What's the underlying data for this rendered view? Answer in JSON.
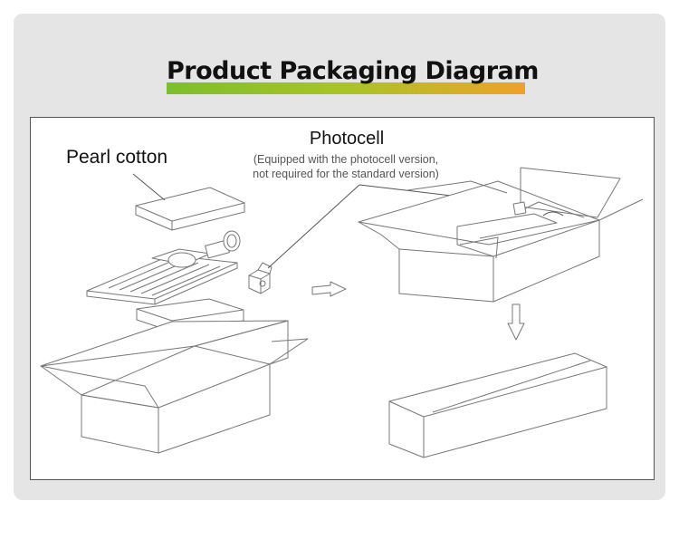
{
  "title": "Product Packaging Diagram",
  "labels": {
    "pearl_cotton": "Pearl cotton",
    "photocell": "Photocell",
    "photocell_note_line1": "(Equipped with the photocell version,",
    "photocell_note_line2": "not required for the standard version)"
  },
  "colors": {
    "gradient_start": "#7cbf2a",
    "gradient_end": "#f0a12b",
    "card_background": "#e5e5e5",
    "line": "#777777"
  }
}
